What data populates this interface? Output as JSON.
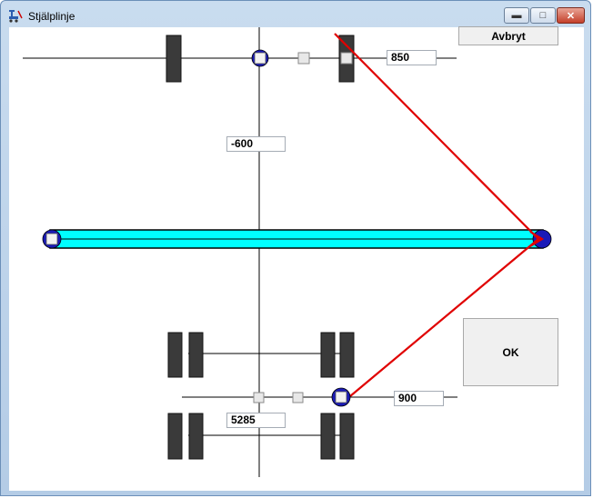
{
  "window": {
    "title": "Stjälplinje",
    "minimize_glyph": "▬",
    "maximize_glyph": "□",
    "close_glyph": "✕"
  },
  "buttons": {
    "cancel_label": "Avbryt",
    "ok_label": "OK"
  },
  "fields": {
    "top_axle_value": "850",
    "center_offset_value": "-600",
    "bottom_axle_value": "900",
    "wheelbase_value": "5285"
  },
  "icons": {
    "app": "tipping-line-icon",
    "minimize": "minimize-icon",
    "maximize": "maximize-icon",
    "close": "close-icon"
  },
  "colors": {
    "beam_fill": "#00ffff",
    "tipping_line": "#e00000",
    "handle": "#1a1ab8",
    "wheel": "#3a3a3a"
  }
}
